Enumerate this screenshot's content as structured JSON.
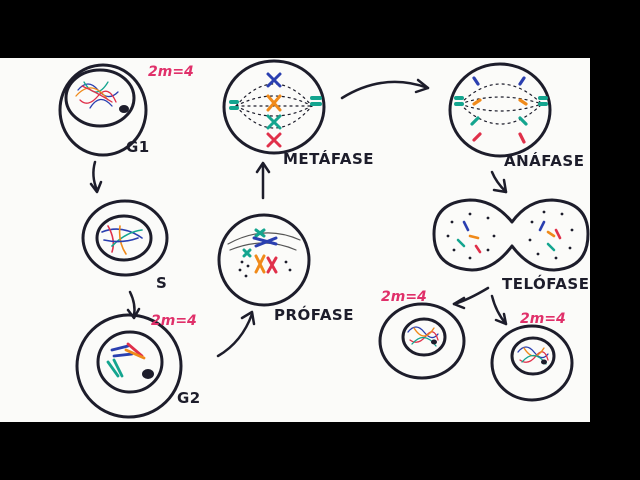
{
  "phases": {
    "g1": "G1",
    "s": "S",
    "g2": "G2",
    "prophase": "PRÓFASE",
    "metaphase": "METÁFASE",
    "anaphase": "ANÁFASE",
    "telophase": "TELÓFASE"
  },
  "ploidy": {
    "g1": "2m=4",
    "g2": "2m=4",
    "daughter_left": "2m=4",
    "daughter_right": "2m=4"
  },
  "colors": {
    "background": "#fbfbf9",
    "outline": "#1d1d2b",
    "ploidy_label": "#e0306a",
    "chrom_blue": "#2a3fb0",
    "chrom_orange": "#f08a1a",
    "chrom_teal": "#14a58f",
    "chrom_red": "#e0304a"
  }
}
